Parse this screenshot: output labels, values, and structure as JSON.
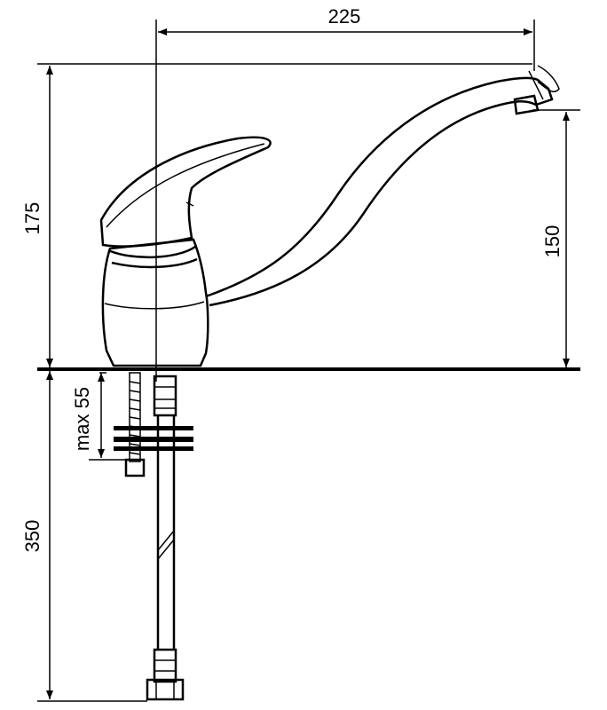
{
  "dimensions": {
    "spout_reach": "225",
    "total_height": "175",
    "spout_height": "150",
    "max_thickness": "max 55",
    "hose_length": "350"
  },
  "colors": {
    "line": "#000000",
    "background": "#ffffff"
  }
}
